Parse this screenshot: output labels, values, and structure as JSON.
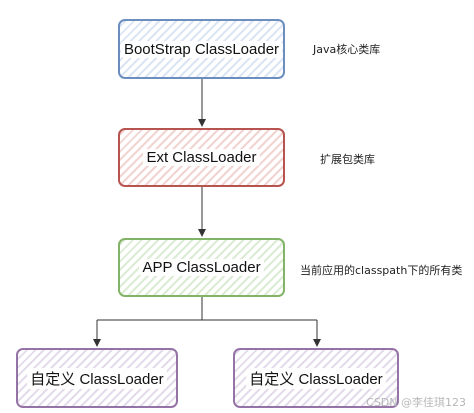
{
  "nodes": {
    "bootstrap": "BootStrap ClassLoader",
    "ext": "Ext ClassLoader",
    "app": "APP ClassLoader",
    "custom_left": "自定义 ClassLoader",
    "custom_right": "自定义 ClassLoader"
  },
  "notes": {
    "bootstrap": "Java核心类库",
    "ext": "扩展包类库",
    "app": "当前应用的classpath下的所有类"
  },
  "watermark": "CSDN @李佳琪123",
  "colors": {
    "blue_border": "#6c8ebf",
    "red_border": "#b85450",
    "green_border": "#82b366",
    "purple_border": "#9673a6",
    "connector": "#333333"
  }
}
